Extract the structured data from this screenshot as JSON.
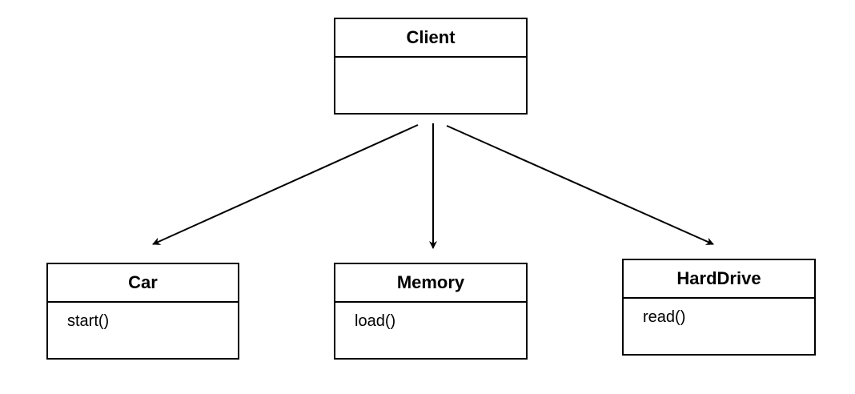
{
  "diagram": {
    "classes": [
      {
        "id": "client",
        "name": "Client",
        "methods": []
      },
      {
        "id": "car",
        "name": "Car",
        "methods": [
          "start()"
        ]
      },
      {
        "id": "memory",
        "name": "Memory",
        "methods": [
          "load()"
        ]
      },
      {
        "id": "harddrive",
        "name": "HardDrive",
        "methods": [
          "read()"
        ]
      }
    ],
    "relations": [
      {
        "from": "Client",
        "to": "Car",
        "type": "association"
      },
      {
        "from": "Client",
        "to": "Memory",
        "type": "association"
      },
      {
        "from": "Client",
        "to": "HardDrive",
        "type": "association"
      }
    ],
    "colors": {
      "stroke": "#000000",
      "background": "#ffffff"
    }
  }
}
